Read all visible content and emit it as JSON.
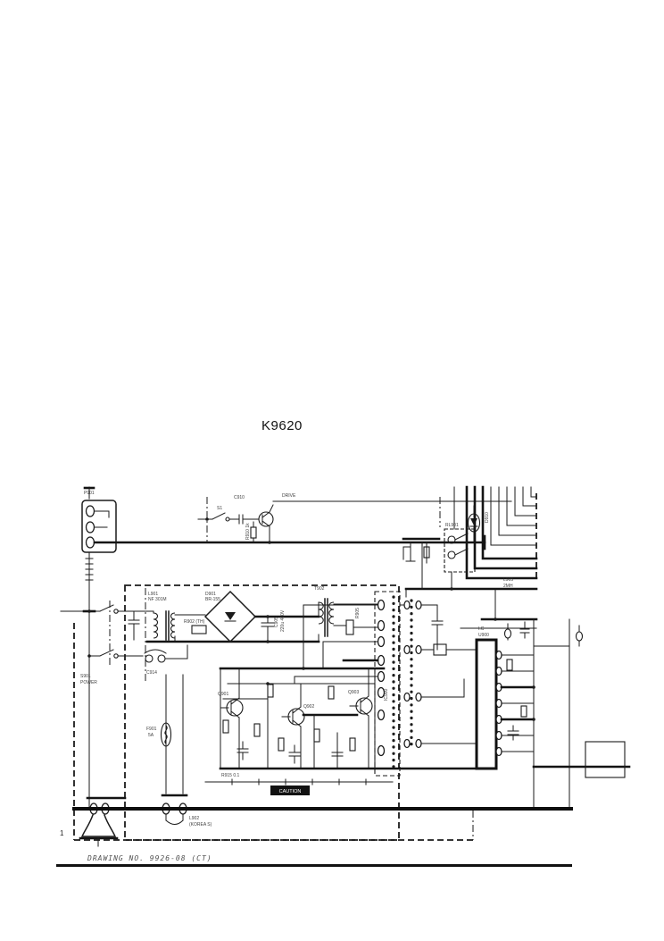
{
  "page": {
    "title": "K9620",
    "footer": "DRAWING NO. 9926-08 (CT)",
    "sheet_number": "1"
  },
  "colors": {
    "ink": "#1b1b1b",
    "paper": "#ffffff"
  },
  "schematic": {
    "labels": {
      "p901": "P901",
      "s901": "S901",
      "power": "POWER",
      "c910": "C910",
      "drive": "DRIVE",
      "s1": "S1",
      "r910": "R910 1k",
      "l901": "L901",
      "nf": "NF 301M",
      "d901": "D901",
      "br": "BR-155",
      "r902": "R902 (TH)",
      "c905": "C905",
      "c905v": "220u 400V",
      "t902": "T902",
      "r905": "R905",
      "f901": "F901",
      "f901v": "5A",
      "c914": "C914",
      "ic900": "IC900",
      "ic901": "I.C",
      "ic901n": "U900",
      "l905": "L905",
      "l905v": "2MH",
      "rl901": "RL901",
      "d910": "D910",
      "q901": "Q901",
      "q902": "Q902",
      "q903": "Q903",
      "r915": "R915 0.1",
      "caution": "CAUTION",
      "l902": "L902",
      "l902v": "(KOREA S)"
    }
  }
}
